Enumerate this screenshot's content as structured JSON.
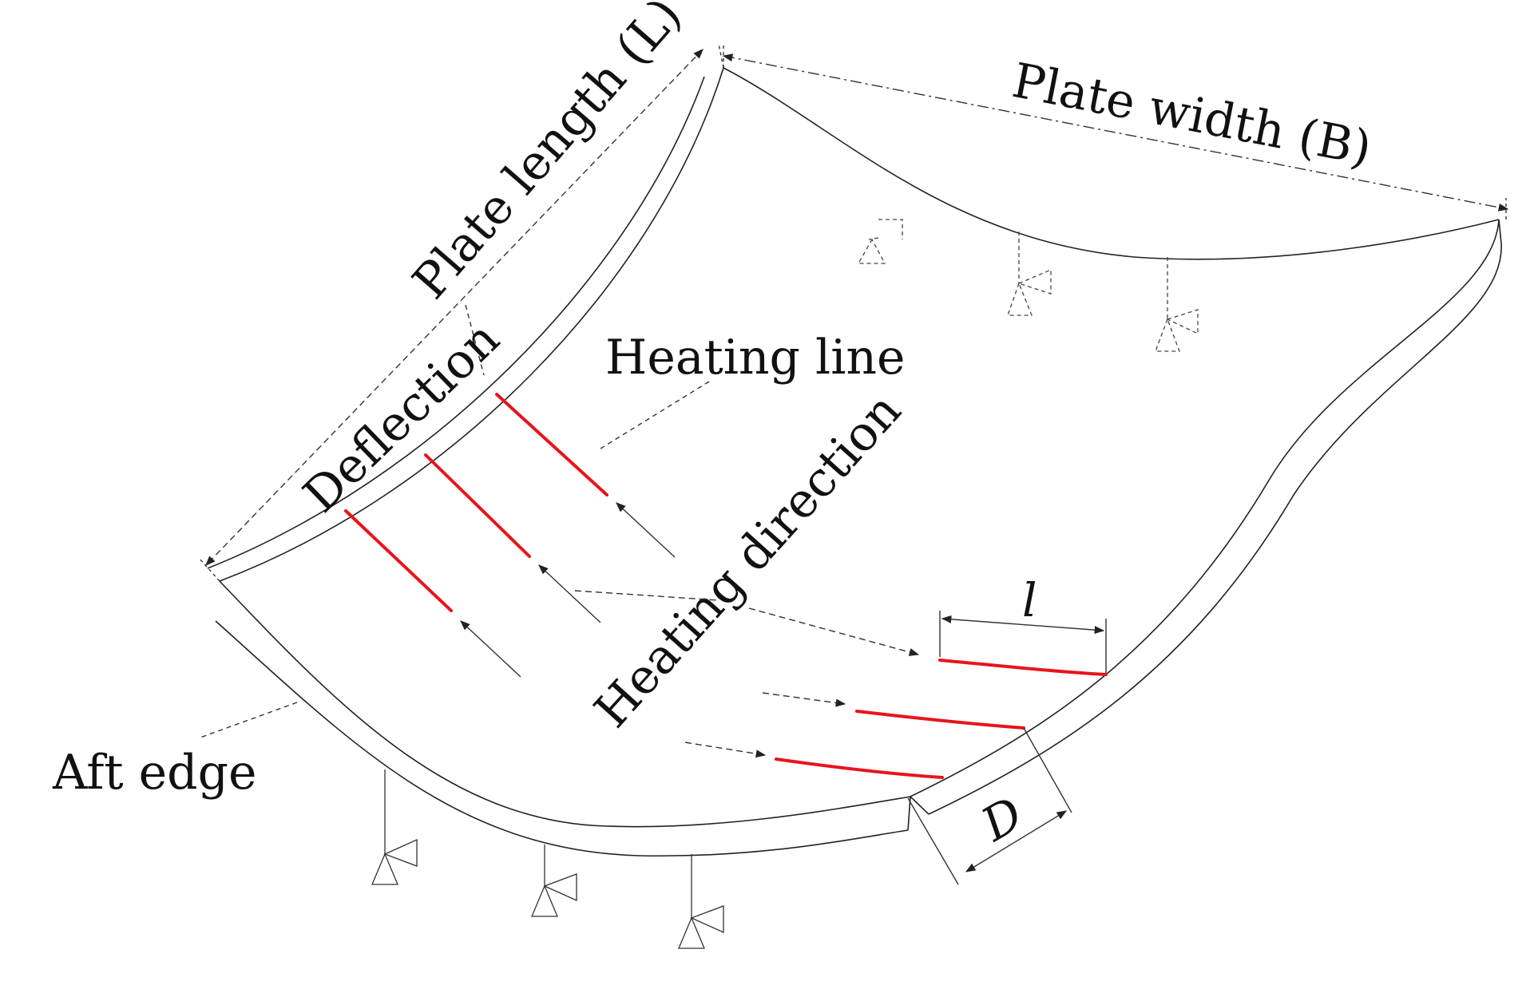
{
  "labels": {
    "plate_length": "Plate length (L)",
    "plate_width": "Plate width (B)",
    "heating_line": "Heating line",
    "deflection": "Deflection",
    "heating_direction": "Heating direction",
    "aft_edge": "Aft edge",
    "segment_length": "l",
    "spacing": "D"
  },
  "colors": {
    "outline": "#222222",
    "heating_line": "#e8141c",
    "text": "#111111"
  },
  "heating_lines": {
    "upper_group_count": 3,
    "lower_group_count": 3
  },
  "supports": {
    "front_edge_count": 3,
    "aft_edge_count": 3
  }
}
